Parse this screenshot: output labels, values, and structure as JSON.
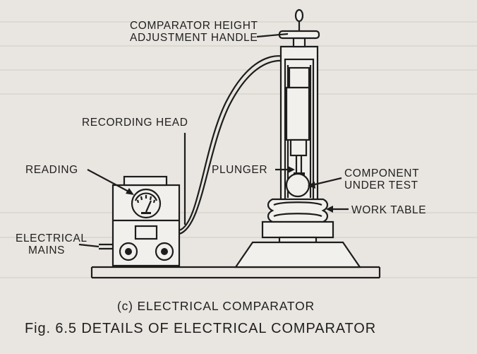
{
  "labels": {
    "handle_line1": "COMPARATOR HEIGHT",
    "handle_line2": "ADJUSTMENT HANDLE",
    "recording_head": "RECORDING HEAD",
    "reading": "READING",
    "plunger": "PLUNGER",
    "component_line1": "COMPONENT",
    "component_line2": "UNDER TEST",
    "work_table": "WORK TABLE",
    "mains_line1": "ELECTRICAL",
    "mains_line2": "MAINS"
  },
  "captions": {
    "subcaption": "(c) ELECTRICAL COMPARATOR",
    "figure_caption": "Fig. 6.5 DETAILS OF ELECTRICAL COMPARATOR"
  },
  "colors": {
    "ink": "#1d1d1d",
    "paper": "#e9e6e1"
  }
}
